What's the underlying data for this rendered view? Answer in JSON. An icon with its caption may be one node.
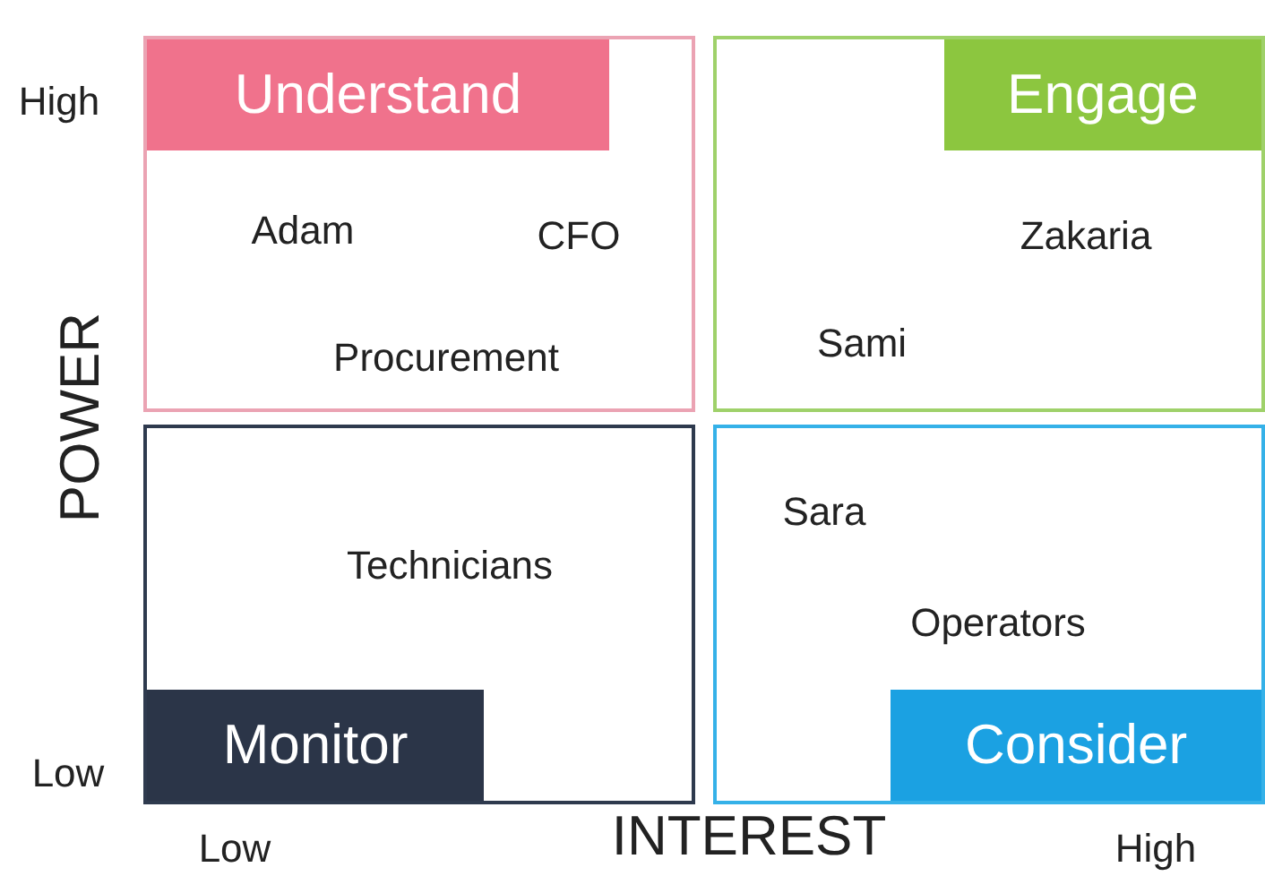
{
  "diagram": {
    "nodes": [
      {
        "text": [
          "Understand",
          "Adam",
          "CFO",
          "Procurement"
        ]
      },
      {
        "text": [
          "Engage",
          "Zakaria",
          "Sami"
        ]
      },
      {
        "text": [
          "Technicians",
          "Monitor"
        ]
      },
      {
        "text": [
          "Sara",
          "Operators",
          "Consider"
        ]
      }
    ],
    "labels": [
      "High",
      "POWER",
      "Low",
      "Low",
      "INTEREST",
      "High"
    ]
  }
}
